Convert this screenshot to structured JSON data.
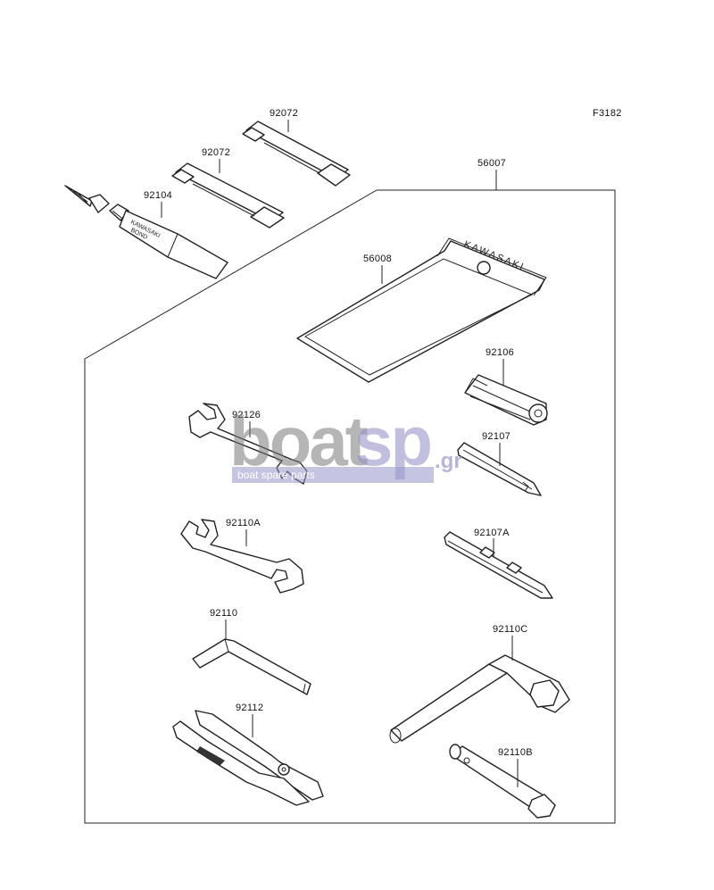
{
  "figure_code": "F3182",
  "labels": {
    "p92072_top": "92072",
    "p92072_mid": "92072",
    "p92104": "92104",
    "p56007": "56007",
    "p56008": "56008",
    "p92106": "92106",
    "p92126": "92126",
    "p92107": "92107",
    "p92110A": "92110A",
    "p92107A": "92107A",
    "p92110": "92110",
    "p92110C": "92110C",
    "p92112": "92112",
    "p92110B": "92110B"
  },
  "tube_text": {
    "brand": "KAWASAKI",
    "product": "BOND"
  },
  "pouch_text": "KAWASAKI",
  "watermark": {
    "main_left": "boat",
    "main_right": "sp",
    "suffix": ".gr",
    "tagline": "boat spare parts"
  }
}
